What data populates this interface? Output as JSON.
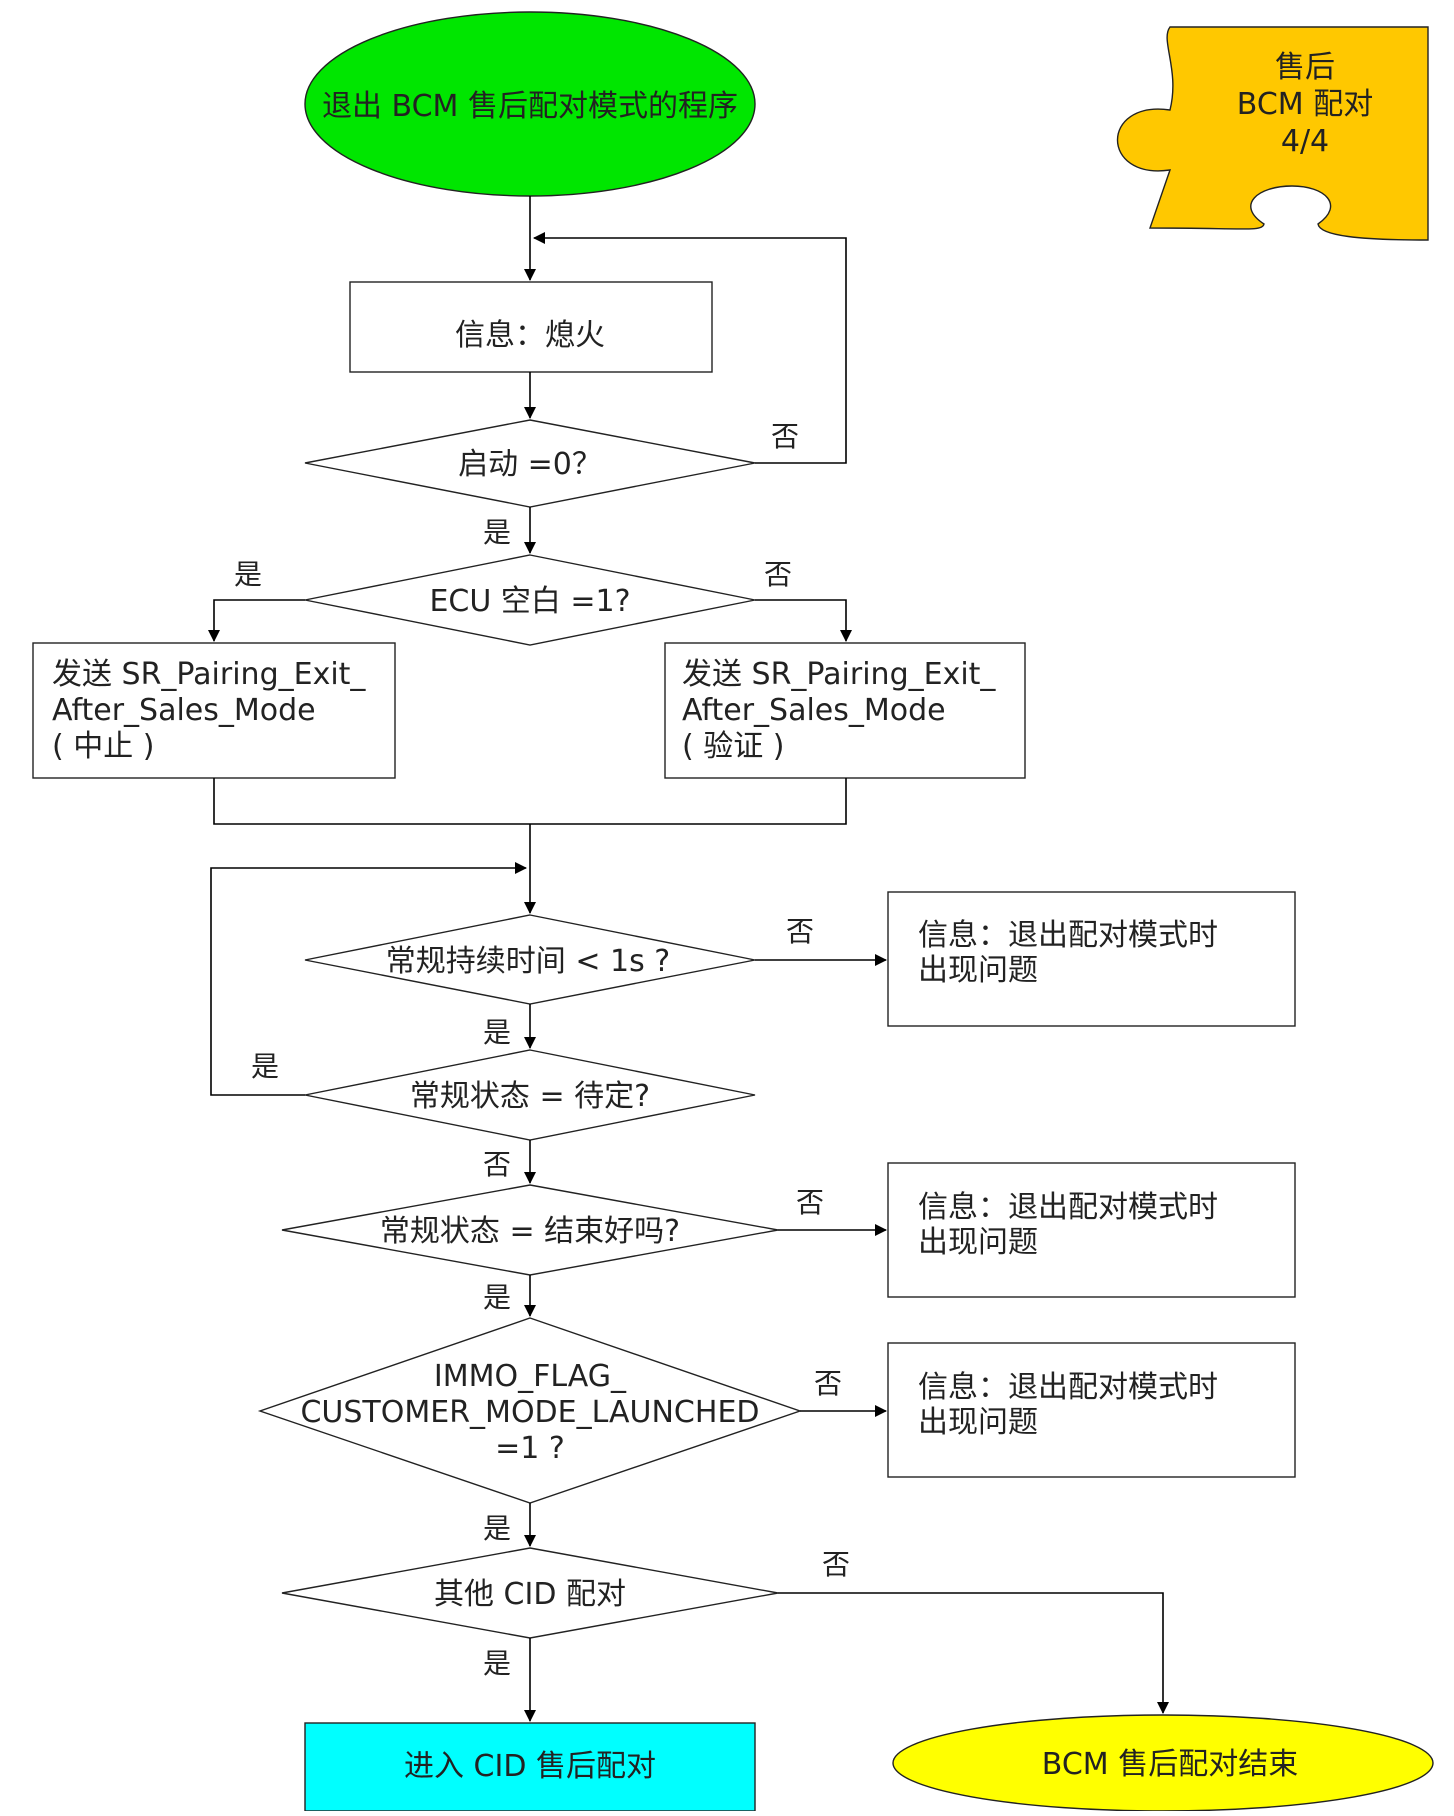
{
  "colors": {
    "start": "#00e600",
    "cid_box": "#00ffff",
    "end": "#ffff00",
    "puzzle": "#ffc800",
    "stroke": "#000000",
    "background": "#ffffff"
  },
  "puzzle": {
    "lines": [
      "售后",
      "BCM 配对",
      "4/4"
    ]
  },
  "start": {
    "label": "退出 BCM 售后配对模式的程序"
  },
  "box_flameout": {
    "label": "信息：熄火"
  },
  "d_ignition": {
    "label": "启动 =0？",
    "no": "否",
    "yes": "是"
  },
  "d_ecu_blank": {
    "label": "ECU 空白 =1?",
    "yes": "是",
    "no": "否"
  },
  "box_abort": {
    "lines": [
      "发送 SR_Pairing_Exit_",
      "After_Sales_Mode",
      "( 中止 )"
    ]
  },
  "box_verify": {
    "lines": [
      "发送 SR_Pairing_Exit_",
      "After_Sales_Mode",
      "( 验证 )"
    ]
  },
  "d_duration": {
    "label": "常规持续时间 < 1s ?",
    "no": "否",
    "yes": "是"
  },
  "info1": {
    "lines": [
      "信息：退出配对模式时",
      "出现问题"
    ]
  },
  "d_pending": {
    "label": "常规状态 = 待定?",
    "yes": "是",
    "no": "否"
  },
  "d_finished": {
    "label": "常规状态 = 结束好吗?",
    "no": "否",
    "yes": "是"
  },
  "info2": {
    "lines": [
      "信息：退出配对模式时",
      "出现问题"
    ]
  },
  "d_immo": {
    "lines": [
      "IMMO_FLAG_",
      "CUSTOMER_MODE_LAUNCHED",
      "=1 ?"
    ],
    "no": "否",
    "yes": "是"
  },
  "info3": {
    "lines": [
      "信息：退出配对模式时",
      "出现问题"
    ]
  },
  "d_other_cid": {
    "label": "其他 CID 配对",
    "no": "否",
    "yes": "是"
  },
  "box_cid": {
    "label": "进入 CID 售后配对"
  },
  "end": {
    "label": "BCM 售后配对结束"
  }
}
